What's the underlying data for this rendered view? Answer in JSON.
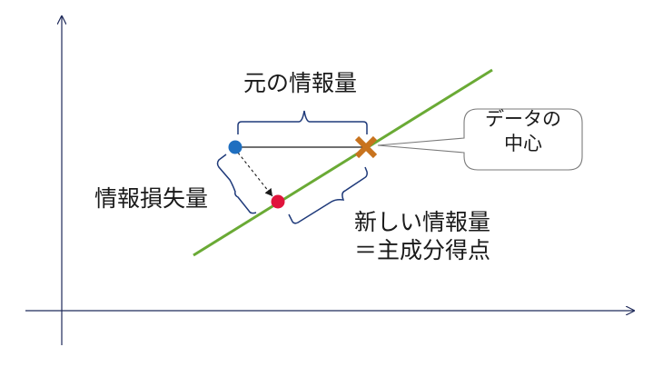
{
  "diagram": {
    "labels": {
      "original_info": "元の情報量",
      "info_loss": "情報損失量",
      "new_info_line1": "新しい情報量",
      "new_info_line2": "＝主成分得点",
      "data_center_line1": "データの",
      "data_center_line2": "中心"
    },
    "colors": {
      "axis": "#1f2a5a",
      "principal_axis": "#6aaa35",
      "original_point": "#1f6fc0",
      "projected_point": "#e0143c",
      "center_marker": "#c8731e",
      "brace": "#1f3a7a",
      "callout_border": "#7a7a7a"
    }
  }
}
